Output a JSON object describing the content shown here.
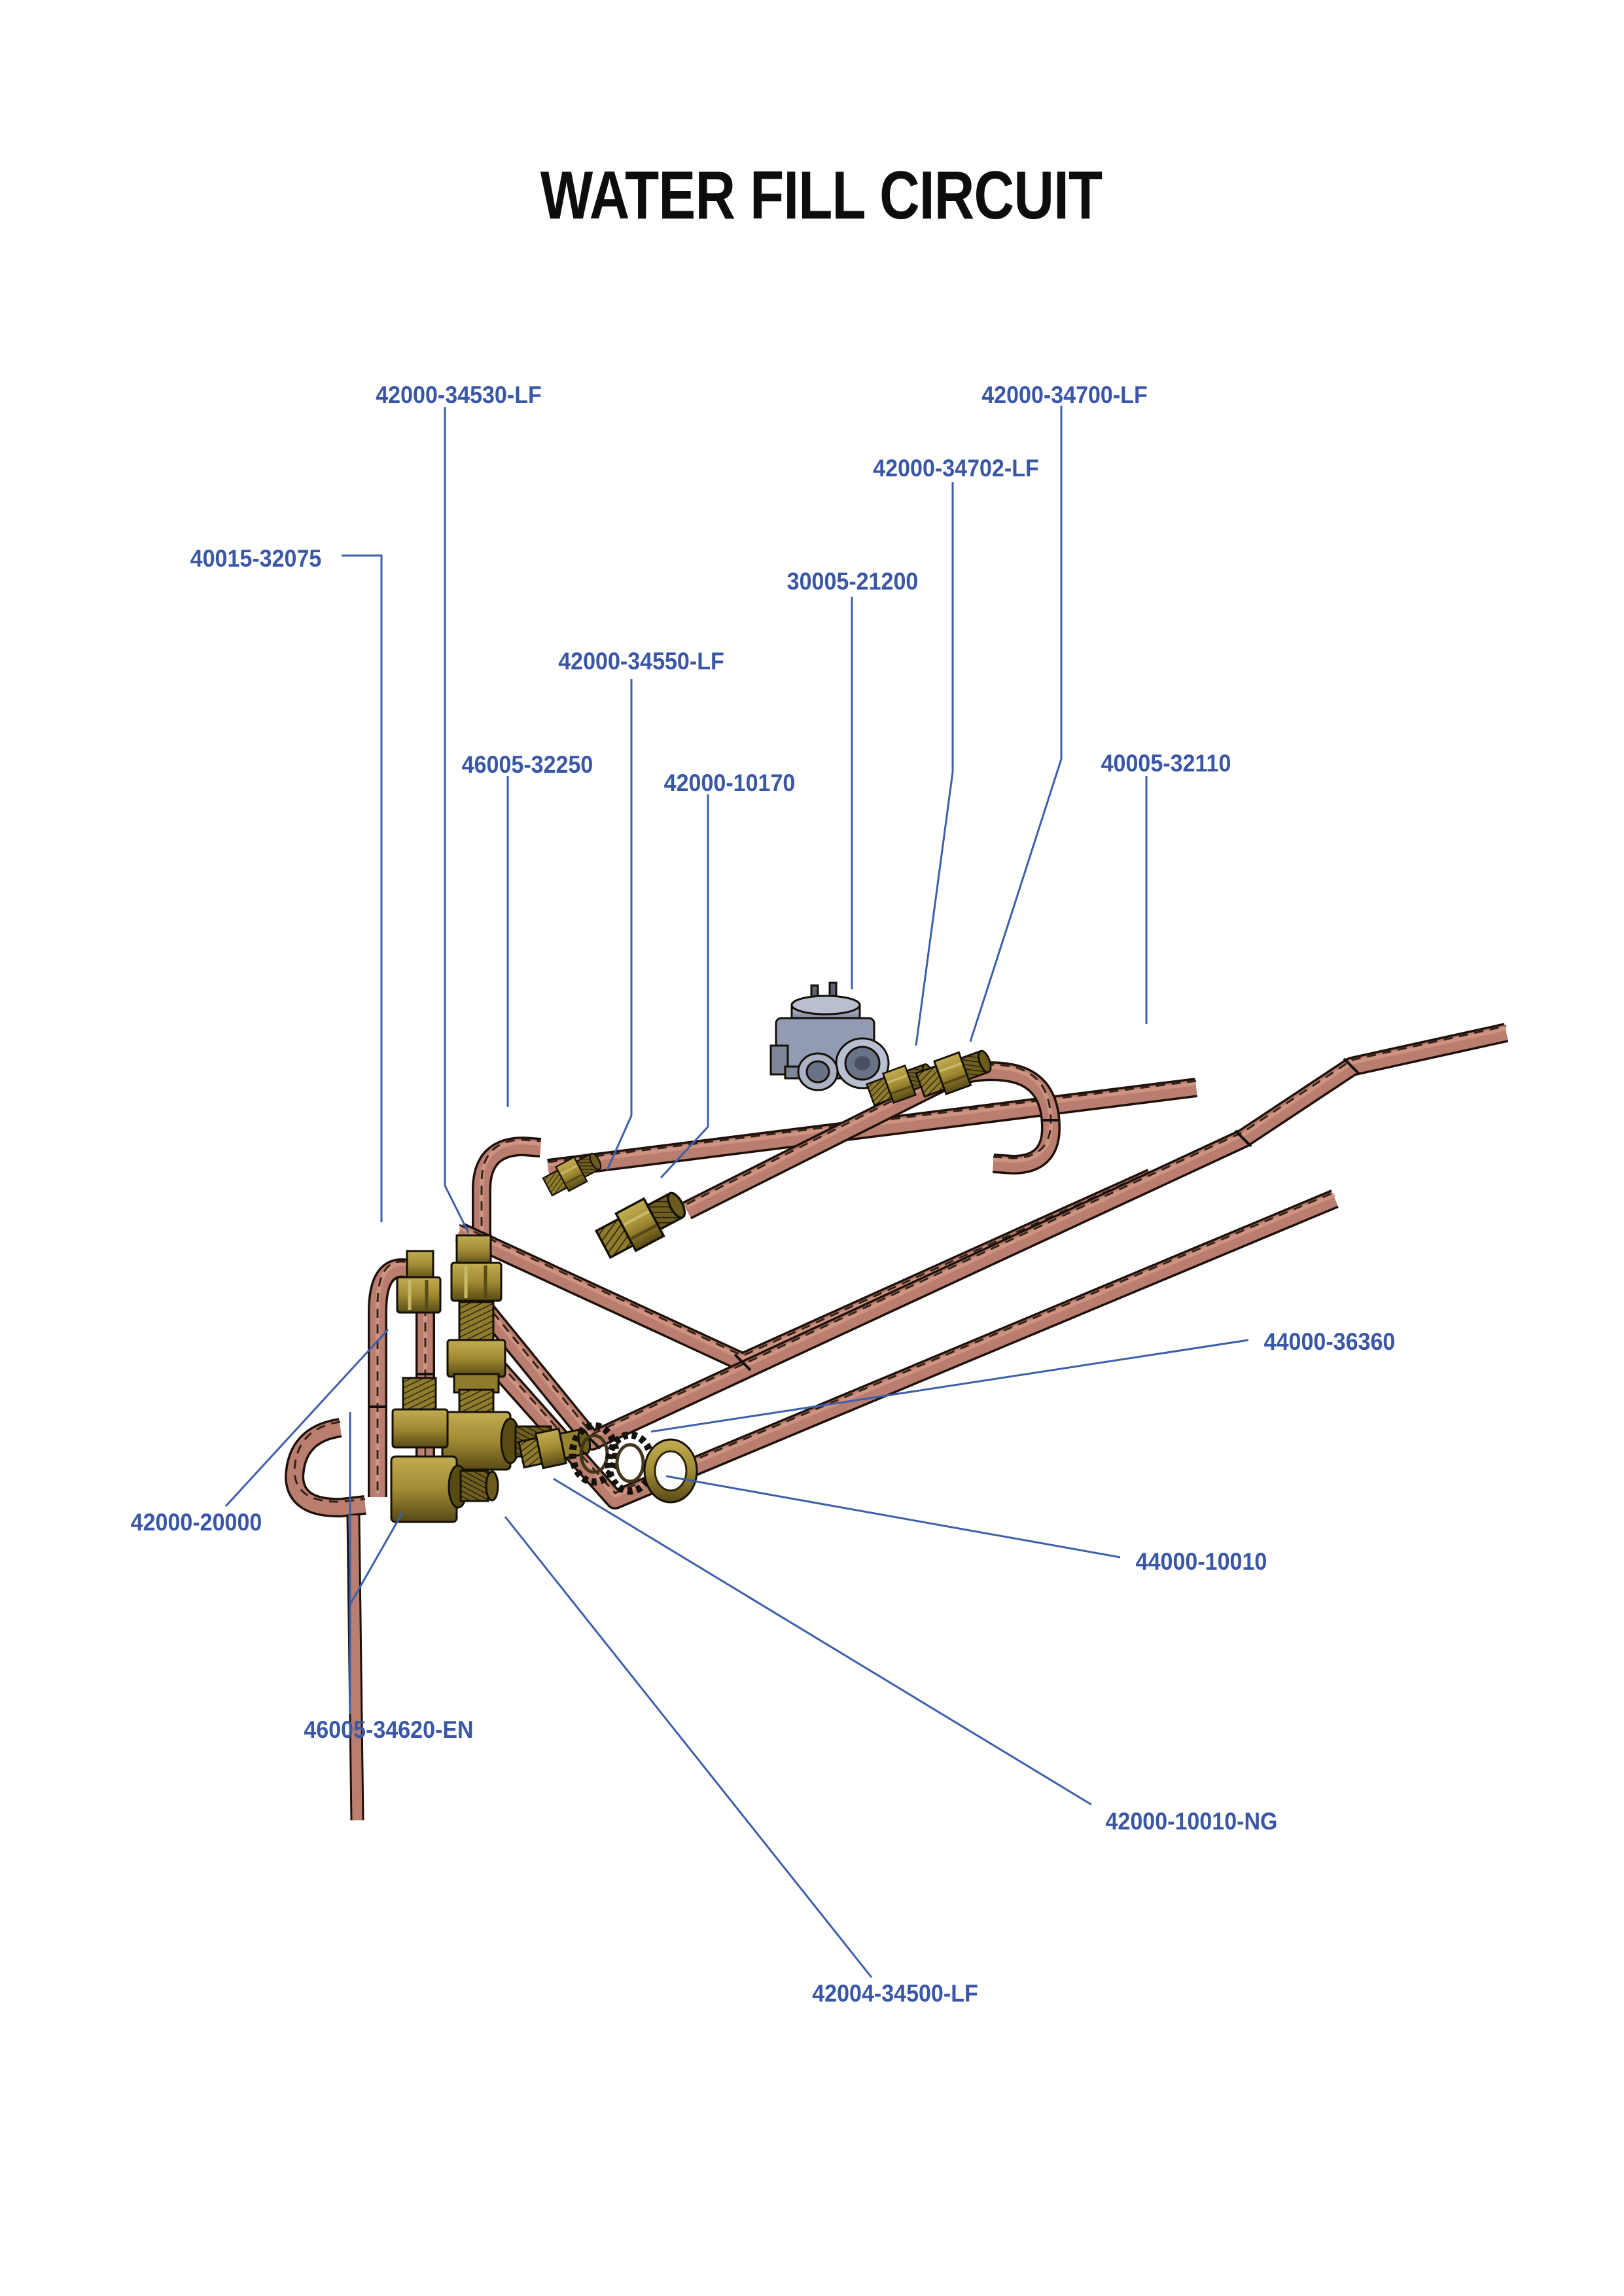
{
  "title": "WATER FILL CIRCUIT",
  "parts": [
    {
      "id": "42000-34530-LF",
      "text": "42000-34530-LF"
    },
    {
      "id": "42000-34700-LF",
      "text": "42000-34700-LF"
    },
    {
      "id": "42000-34702-LF",
      "text": "42000-34702-LF"
    },
    {
      "id": "30005-21200",
      "text": "30005-21200"
    },
    {
      "id": "40015-32075",
      "text": "40015-32075"
    },
    {
      "id": "42000-34550-LF",
      "text": "42000-34550-LF"
    },
    {
      "id": "46005-32250",
      "text": "46005-32250"
    },
    {
      "id": "42000-10170",
      "text": "42000-10170"
    },
    {
      "id": "40005-32110",
      "text": "40005-32110"
    },
    {
      "id": "44000-36360",
      "text": "44000-36360"
    },
    {
      "id": "42000-20000",
      "text": "42000-20000"
    },
    {
      "id": "44000-10010",
      "text": "44000-10010"
    },
    {
      "id": "46005-34620-EN",
      "text": "46005-34620-EN"
    },
    {
      "id": "42000-10010-NG",
      "text": "42000-10010-NG"
    },
    {
      "id": "42004-34500-LF",
      "text": "42004-34500-LF"
    }
  ],
  "colors": {
    "background": "#ffffff",
    "title_text": "#0d0d0d",
    "label_text": "#3a57a5",
    "leader_line": "#3d5fa8",
    "copper_pipe": "#b97e6f",
    "brass_fitting": "#a08a33",
    "valve_gray": "#929bb3"
  }
}
